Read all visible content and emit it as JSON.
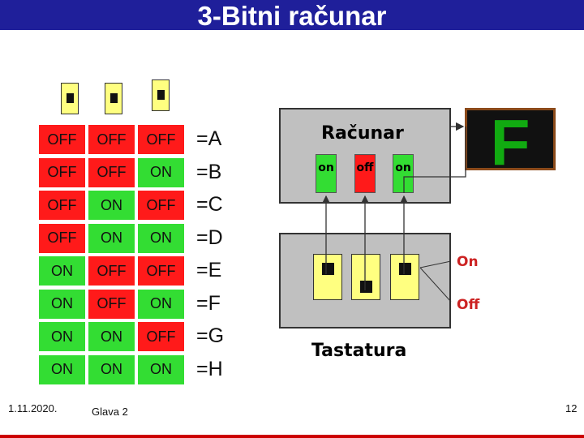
{
  "title": "3-Bitni računar",
  "table": {
    "rows": [
      {
        "bits": [
          "OFF",
          "OFF",
          "OFF"
        ],
        "result": "=A"
      },
      {
        "bits": [
          "OFF",
          "OFF",
          "ON"
        ],
        "result": "=B"
      },
      {
        "bits": [
          "OFF",
          "ON",
          "OFF"
        ],
        "result": "=C"
      },
      {
        "bits": [
          "OFF",
          "ON",
          "ON"
        ],
        "result": "=D"
      },
      {
        "bits": [
          "ON",
          "OFF",
          "OFF"
        ],
        "result": "=E"
      },
      {
        "bits": [
          "ON",
          "OFF",
          "ON"
        ],
        "result": "=F"
      },
      {
        "bits": [
          "ON",
          "ON",
          "OFF"
        ],
        "result": "=G"
      },
      {
        "bits": [
          "ON",
          "ON",
          "ON"
        ],
        "result": "=H"
      }
    ],
    "colors": {
      "on": "#33dd33",
      "off": "#ff1a1a"
    }
  },
  "computer": {
    "label": "Računar",
    "leds": [
      {
        "label": "on",
        "color": "#33dd33"
      },
      {
        "label": "off",
        "color": "#ff1a1a"
      },
      {
        "label": "on",
        "color": "#33dd33"
      }
    ]
  },
  "keyboard": {
    "label": "Tastatura",
    "switches": [
      "on",
      "off",
      "on"
    ],
    "on_label": "On",
    "off_label": "Off"
  },
  "display": {
    "letter": "F",
    "color": "#11aa11"
  },
  "footer": {
    "date": "1.11.2020.",
    "chapter": "Glava 2",
    "page": "12"
  }
}
